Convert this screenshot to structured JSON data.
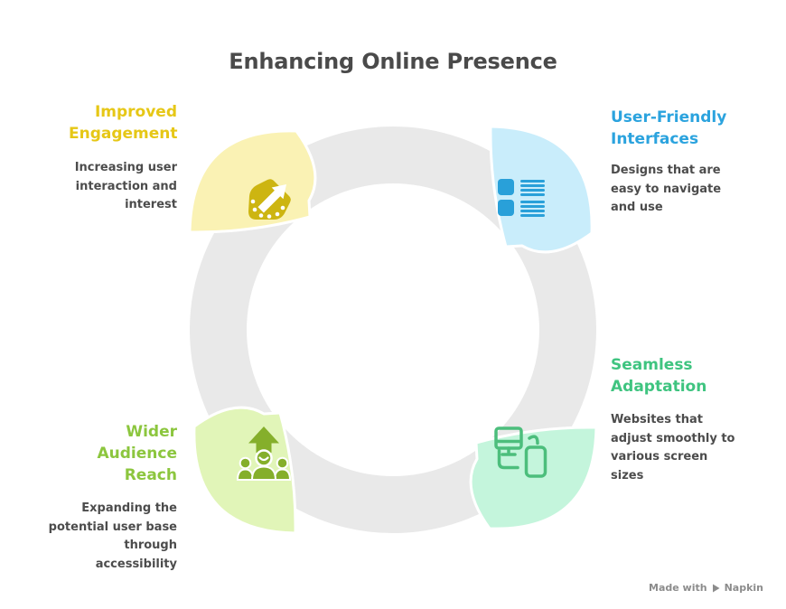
{
  "title": "Enhancing Online Presence",
  "ring_color": "#E9E9E9",
  "text_color": "#4C4C4C",
  "sections": [
    {
      "id": "improved-engagement",
      "heading": "Improved Engagement",
      "description": "Increasing user interaction and interest",
      "heading_color": "#E6C716",
      "fill": "#FAF2B4",
      "icon": "growth-arrow-icon",
      "icon_color": "#CDB511",
      "position": "top-left"
    },
    {
      "id": "user-friendly-interfaces",
      "heading": "User-Friendly Interfaces",
      "description": "Designs that are easy to navigate and use",
      "heading_color": "#2BA3DE",
      "fill": "#C9EDFB",
      "icon": "interface-list-icon",
      "icon_color": "#29A0D9",
      "position": "top-right"
    },
    {
      "id": "seamless-adaptation",
      "heading": "Seamless Adaptation",
      "description": "Websites that adjust smoothly to various screen sizes",
      "heading_color": "#3FC480",
      "fill": "#C4F5DC",
      "icon": "responsive-devices-icon",
      "icon_color": "#4CBE7C",
      "position": "bottom-right"
    },
    {
      "id": "wider-audience-reach",
      "heading": "Wider Audience Reach",
      "description": "Expanding the potential user base through accessibility",
      "heading_color": "#8CC63E",
      "fill": "#E1F5B8",
      "icon": "audience-group-icon",
      "icon_color": "#85AF2B",
      "position": "bottom-left"
    }
  ],
  "footer": {
    "text": "Made with",
    "brand": "Napkin"
  }
}
